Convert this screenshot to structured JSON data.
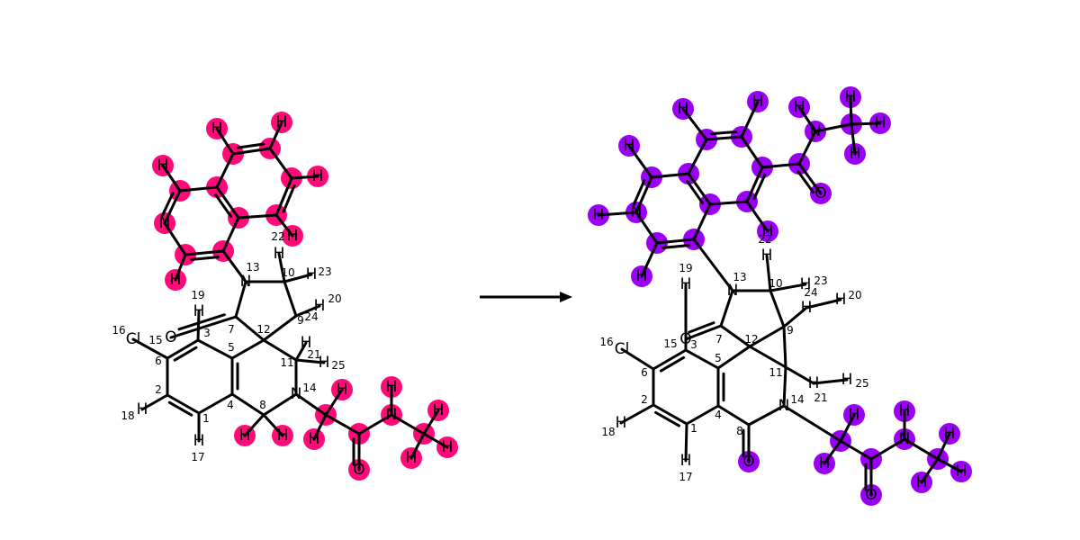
{
  "colors": {
    "left_highlight": "#ff0a78",
    "right_highlight": "#9a00f5",
    "bond": "#000000"
  },
  "reaction_arrow": {
    "direction": "left-to-right"
  },
  "reactant": {
    "atoms": [
      {
        "label": "H",
        "h": true
      },
      {
        "label": "H",
        "h": true
      },
      {
        "label": "H",
        "h": true
      },
      {
        "label": "H",
        "h": true
      },
      {
        "label": "N",
        "h": true
      },
      {
        "label": "H",
        "h": true
      },
      {
        "label": "H",
        "h": true
      },
      {
        "label": "H",
        "h": true
      },
      {
        "label": "H",
        "index": "22",
        "h": true
      },
      {
        "label": "N",
        "index": "13"
      },
      {
        "label": "H"
      },
      {
        "label": "H",
        "index": "23"
      },
      {
        "label": "H",
        "index": "20"
      },
      {
        "label": "H",
        "index": "19"
      },
      {
        "label": "O"
      },
      {
        "label": "Cl",
        "index": "16"
      },
      {
        "label": "H",
        "index": "21"
      },
      {
        "label": "H",
        "index": "25"
      },
      {
        "label": "N",
        "index": "14"
      },
      {
        "label": "H",
        "index": "18"
      },
      {
        "label": "H",
        "index": "17"
      },
      {
        "label": "H",
        "h": true
      },
      {
        "label": "H",
        "h": true
      },
      {
        "label": "H",
        "h": true
      },
      {
        "label": "H",
        "h": true
      },
      {
        "label": "H",
        "h": true
      },
      {
        "label": "N",
        "h": true
      },
      {
        "label": "H",
        "h": true
      },
      {
        "label": "H",
        "h": true
      },
      {
        "label": "H",
        "h": true
      },
      {
        "label": "O",
        "h": true
      },
      {
        "label": "H",
        "h": true
      }
    ],
    "ring_indices": [
      "1",
      "2",
      "3",
      "4",
      "5",
      "6",
      "7",
      "8",
      "9",
      "10",
      "11",
      "12",
      "15",
      "24"
    ]
  },
  "product": {
    "atoms": [
      {
        "label": "H",
        "h": true
      },
      {
        "label": "H",
        "h": true
      },
      {
        "label": "H",
        "h": true
      },
      {
        "label": "N",
        "h": true
      },
      {
        "label": "H",
        "h": true
      },
      {
        "label": "H",
        "h": true
      },
      {
        "label": "H",
        "h": true
      },
      {
        "label": "H",
        "h": true
      },
      {
        "label": "O",
        "h": true
      },
      {
        "label": "H",
        "h": true
      },
      {
        "label": "N",
        "h": true
      },
      {
        "label": "H",
        "h": true
      },
      {
        "label": "H",
        "h": true
      },
      {
        "label": "H",
        "h": true
      },
      {
        "label": "H",
        "index": "19"
      },
      {
        "label": "N",
        "index": "13"
      },
      {
        "label": "H"
      },
      {
        "label": "H",
        "index": "23"
      },
      {
        "label": "H",
        "index": "20"
      },
      {
        "label": "O"
      },
      {
        "label": "Cl",
        "index": "16"
      },
      {
        "label": "H",
        "index": "18"
      },
      {
        "label": "H",
        "index": "17"
      },
      {
        "label": "H",
        "index": "25"
      },
      {
        "label": "N",
        "index": "14"
      },
      {
        "label": "O",
        "h": true
      },
      {
        "label": "H",
        "h": true
      },
      {
        "label": "H",
        "h": true
      },
      {
        "label": "H",
        "h": true
      },
      {
        "label": "N",
        "h": true
      },
      {
        "label": "H",
        "h": true
      },
      {
        "label": "H",
        "h": true
      },
      {
        "label": "H",
        "h": true
      },
      {
        "label": "H",
        "h": true
      },
      {
        "label": "O",
        "h": true
      },
      {
        "label": "H",
        "h": true
      }
    ],
    "index_labels": [
      "1",
      "2",
      "3",
      "4",
      "5",
      "6",
      "7",
      "8",
      "9",
      "10",
      "11",
      "12",
      "15",
      "21",
      "22",
      "24"
    ]
  }
}
